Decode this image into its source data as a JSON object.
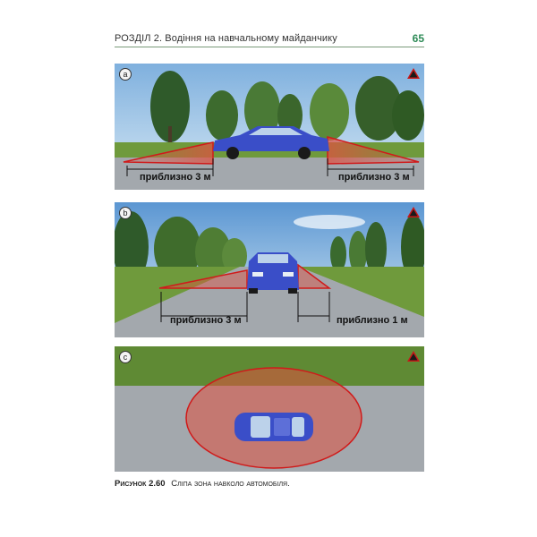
{
  "header": {
    "title": "РОЗДІЛ 2. Водіння на навчальному майданчику",
    "page_number": "65"
  },
  "panels": {
    "a": {
      "letter": "a",
      "left_distance": "приблизно 3 м",
      "right_distance": "приблизно 3 м"
    },
    "b": {
      "letter": "b",
      "left_distance": "приблизно 3 м",
      "right_distance": "приблизно 1 м"
    },
    "c": {
      "letter": "c"
    }
  },
  "icons": {
    "badge": "warning-triangle-icon"
  },
  "colors": {
    "sky": "#9fc6e6",
    "grass": "#6f9a3c",
    "road": "#a3a8ad",
    "car": "#3a4ec8",
    "zone": "#e05040",
    "zone_outline": "#d01a1a",
    "page_number": "#2e8b57"
  },
  "caption": {
    "number": "Рисунок 2.60",
    "text": "Сліпа зона навколо автомобіля."
  }
}
